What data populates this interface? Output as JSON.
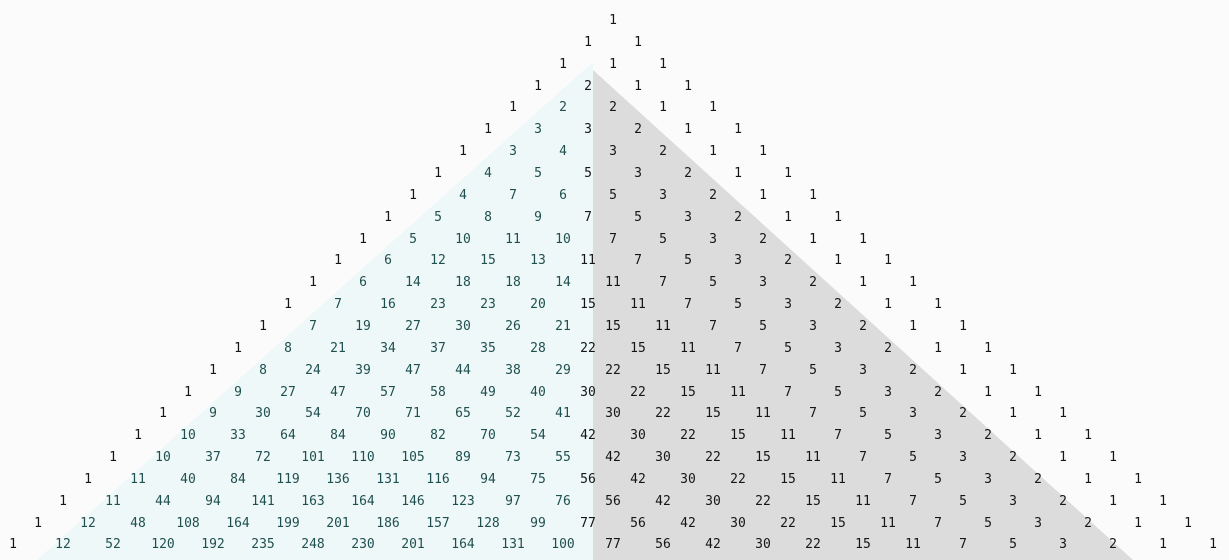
{
  "triangle": {
    "rows": [
      [
        "1"
      ],
      [
        "1",
        "1"
      ],
      [
        "1",
        "1",
        "1"
      ],
      [
        "1",
        "2",
        "1",
        "1"
      ],
      [
        "1",
        "2",
        "2",
        "1",
        "1"
      ],
      [
        "1",
        "3",
        "3",
        "2",
        "1",
        "1"
      ],
      [
        "1",
        "3",
        "4",
        "3",
        "2",
        "1",
        "1"
      ],
      [
        "1",
        "4",
        "5",
        "5",
        "3",
        "2",
        "1",
        "1"
      ],
      [
        "1",
        "4",
        "7",
        "6",
        "5",
        "3",
        "2",
        "1",
        "1"
      ],
      [
        "1",
        "5",
        "8",
        "9",
        "7",
        "5",
        "3",
        "2",
        "1",
        "1"
      ],
      [
        "1",
        "5",
        "10",
        "11",
        "10",
        "7",
        "5",
        "3",
        "2",
        "1",
        "1"
      ],
      [
        "1",
        "6",
        "12",
        "15",
        "13",
        "11",
        "7",
        "5",
        "3",
        "2",
        "1",
        "1"
      ],
      [
        "1",
        "6",
        "14",
        "18",
        "18",
        "14",
        "11",
        "7",
        "5",
        "3",
        "2",
        "1",
        "1"
      ],
      [
        "1",
        "7",
        "16",
        "23",
        "23",
        "20",
        "15",
        "11",
        "7",
        "5",
        "3",
        "2",
        "1",
        "1"
      ],
      [
        "1",
        "7",
        "19",
        "27",
        "30",
        "26",
        "21",
        "15",
        "11",
        "7",
        "5",
        "3",
        "2",
        "1",
        "1"
      ],
      [
        "1",
        "8",
        "21",
        "34",
        "37",
        "35",
        "28",
        "22",
        "15",
        "11",
        "7",
        "5",
        "3",
        "2",
        "1",
        "1"
      ],
      [
        "1",
        "8",
        "24",
        "39",
        "47",
        "44",
        "38",
        "29",
        "22",
        "15",
        "11",
        "7",
        "5",
        "3",
        "2",
        "1",
        "1"
      ],
      [
        "1",
        "9",
        "27",
        "47",
        "57",
        "58",
        "49",
        "40",
        "30",
        "22",
        "15",
        "11",
        "7",
        "5",
        "3",
        "2",
        "1",
        "1"
      ],
      [
        "1",
        "9",
        "30",
        "54",
        "70",
        "71",
        "65",
        "52",
        "41",
        "30",
        "22",
        "15",
        "11",
        "7",
        "5",
        "3",
        "2",
        "1",
        "1"
      ],
      [
        "1",
        "10",
        "33",
        "64",
        "84",
        "90",
        "82",
        "70",
        "54",
        "42",
        "30",
        "22",
        "15",
        "11",
        "7",
        "5",
        "3",
        "2",
        "1",
        "1"
      ],
      [
        "1",
        "10",
        "37",
        "72",
        "101",
        "110",
        "105",
        "89",
        "73",
        "55",
        "42",
        "30",
        "22",
        "15",
        "11",
        "7",
        "5",
        "3",
        "2",
        "1",
        "1"
      ],
      [
        "1",
        "11",
        "40",
        "84",
        "119",
        "136",
        "131",
        "116",
        "94",
        "75",
        "56",
        "42",
        "30",
        "22",
        "15",
        "11",
        "7",
        "5",
        "3",
        "2",
        "1",
        "1"
      ],
      [
        "1",
        "11",
        "44",
        "94",
        "141",
        "163",
        "164",
        "146",
        "123",
        "97",
        "76",
        "56",
        "42",
        "30",
        "22",
        "15",
        "11",
        "7",
        "5",
        "3",
        "2",
        "1",
        "1"
      ],
      [
        "1",
        "12",
        "48",
        "108",
        "164",
        "199",
        "201",
        "186",
        "157",
        "128",
        "99",
        "77",
        "56",
        "42",
        "30",
        "22",
        "15",
        "11",
        "7",
        "5",
        "3",
        "2",
        "1",
        "1"
      ],
      [
        "1",
        "12",
        "52",
        "120",
        "192",
        "235",
        "248",
        "230",
        "201",
        "164",
        "131",
        "100",
        "77",
        "56",
        "42",
        "30",
        "22",
        "15",
        "11",
        "7",
        "5",
        "3",
        "2",
        "1",
        "1"
      ]
    ],
    "colors": {
      "left_region": "#eef8f8",
      "right_region": "#dcdcdc",
      "left_text": "#1f4f4f",
      "right_text": "#151515",
      "background": "#fbfbfb"
    }
  }
}
